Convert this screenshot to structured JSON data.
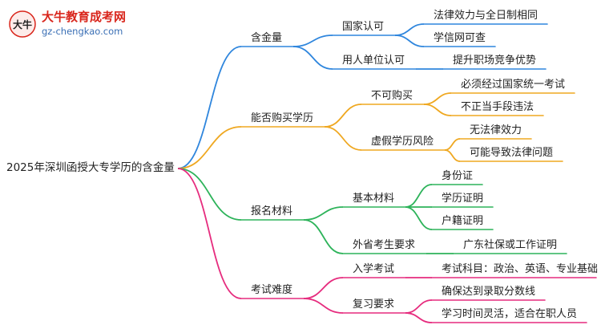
{
  "logo": {
    "title": "大牛教育成考网",
    "url": "gz-chengkao.com",
    "mark_text": "大牛"
  },
  "colors": {
    "blue": "#2f86dd",
    "orange": "#efa821",
    "green": "#2db35a",
    "pink": "#e62c7e"
  },
  "root": {
    "label": "2025年深圳函授大专学历的含金量"
  },
  "branches": [
    {
      "label": "含金量",
      "color": "blue",
      "children": [
        {
          "label": "国家认可",
          "children": [
            {
              "label": "法律效力与全日制相同"
            },
            {
              "label": "学信网可查"
            }
          ]
        },
        {
          "label": "用人单位认可",
          "children": [
            {
              "label": "提升职场竞争优势"
            }
          ]
        }
      ]
    },
    {
      "label": "能否购买学历",
      "color": "orange",
      "children": [
        {
          "label": "不可购买",
          "children": [
            {
              "label": "必须经过国家统一考试"
            },
            {
              "label": "不正当手段违法"
            }
          ]
        },
        {
          "label": "虚假学历风险",
          "children": [
            {
              "label": "无法律效力"
            },
            {
              "label": "可能导致法律问题"
            }
          ]
        }
      ]
    },
    {
      "label": "报名材料",
      "color": "green",
      "children": [
        {
          "label": "基本材料",
          "children": [
            {
              "label": "身份证"
            },
            {
              "label": "学历证明"
            },
            {
              "label": "户籍证明"
            }
          ]
        },
        {
          "label": "外省考生要求",
          "children": [
            {
              "label": "广东社保或工作证明"
            }
          ]
        }
      ]
    },
    {
      "label": "考试难度",
      "color": "pink",
      "children": [
        {
          "label": "入学考试",
          "children": [
            {
              "label": "考试科目：政治、英语、专业基础"
            }
          ]
        },
        {
          "label": "复习要求",
          "children": [
            {
              "label": "确保达到录取分数线"
            },
            {
              "label": "学习时间灵活，适合在职人员"
            }
          ]
        }
      ]
    }
  ]
}
